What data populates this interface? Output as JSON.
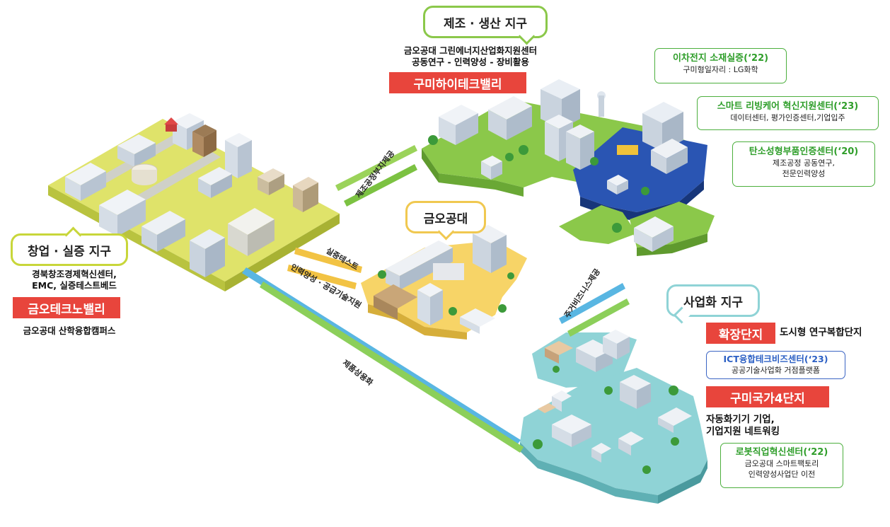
{
  "zones": {
    "manufacturing": {
      "title": "제조 · 생산 지구",
      "desc_line1": "금오공대 그린에너지산업화지원센터",
      "desc_line2": "공동연구 - 인력양성 - 장비활용",
      "tag": "구미하이테크밸리",
      "boxes": [
        {
          "title": "이차전지 소재실증(‘22)",
          "sub1": "구미형일자리 : LG화학",
          "sub2": ""
        },
        {
          "title": "스마트 리빙케어 혁신지원센터(‘23)",
          "sub1": "데이터센터, 평가인증센터,기업입주",
          "sub2": ""
        },
        {
          "title": "탄소성형부품인증센터(‘20)",
          "sub1": "제조공정 공동연구,",
          "sub2": "전문인력양성"
        }
      ]
    },
    "startup": {
      "title": "창업 · 실증 지구",
      "desc_line1": "경북창조경제혁신센터,",
      "desc_line2": "EMC, 실증테스트베드",
      "tag": "금오테크노밸리",
      "footer": "금오공대 산학융합캠퍼스"
    },
    "university": {
      "title": "금오공대"
    },
    "commercial": {
      "title": "사업화 지구",
      "tag1": "확장단지",
      "tag1_desc": "도시형 연구복합단지",
      "box1": {
        "title": "ICT융합테크비즈센터(‘23)",
        "sub": "공공기술사업화 거점플랫폼"
      },
      "tag2": "구미국가4단지",
      "tag2_desc1": "자동화기기 기업,",
      "tag2_desc2": "기업지원 네트워킹",
      "box2": {
        "title": "로봇직업혁신센터(‘22)",
        "sub1": "금오공대 스마트팩토리",
        "sub2": "인력양성사업단 이전"
      }
    }
  },
  "arrows": {
    "manufacturing_support": "제조공정부지제공",
    "demo_test": "실증테스트",
    "talent_support": "인력양성 · 공급기술지원",
    "commercialization": "제품상용화",
    "biz_site": "주거비즈니스제공"
  },
  "colors": {
    "green_zone": "#7cc242",
    "blue_zone": "#1f4aa8",
    "yellow_zone": "#f3e46a",
    "university_zone": "#f8d96a",
    "teal_zone": "#8fd3d6",
    "red_tag": "#e8453c",
    "green_box": "#4caf3d",
    "blue_box": "#3a64c4"
  }
}
